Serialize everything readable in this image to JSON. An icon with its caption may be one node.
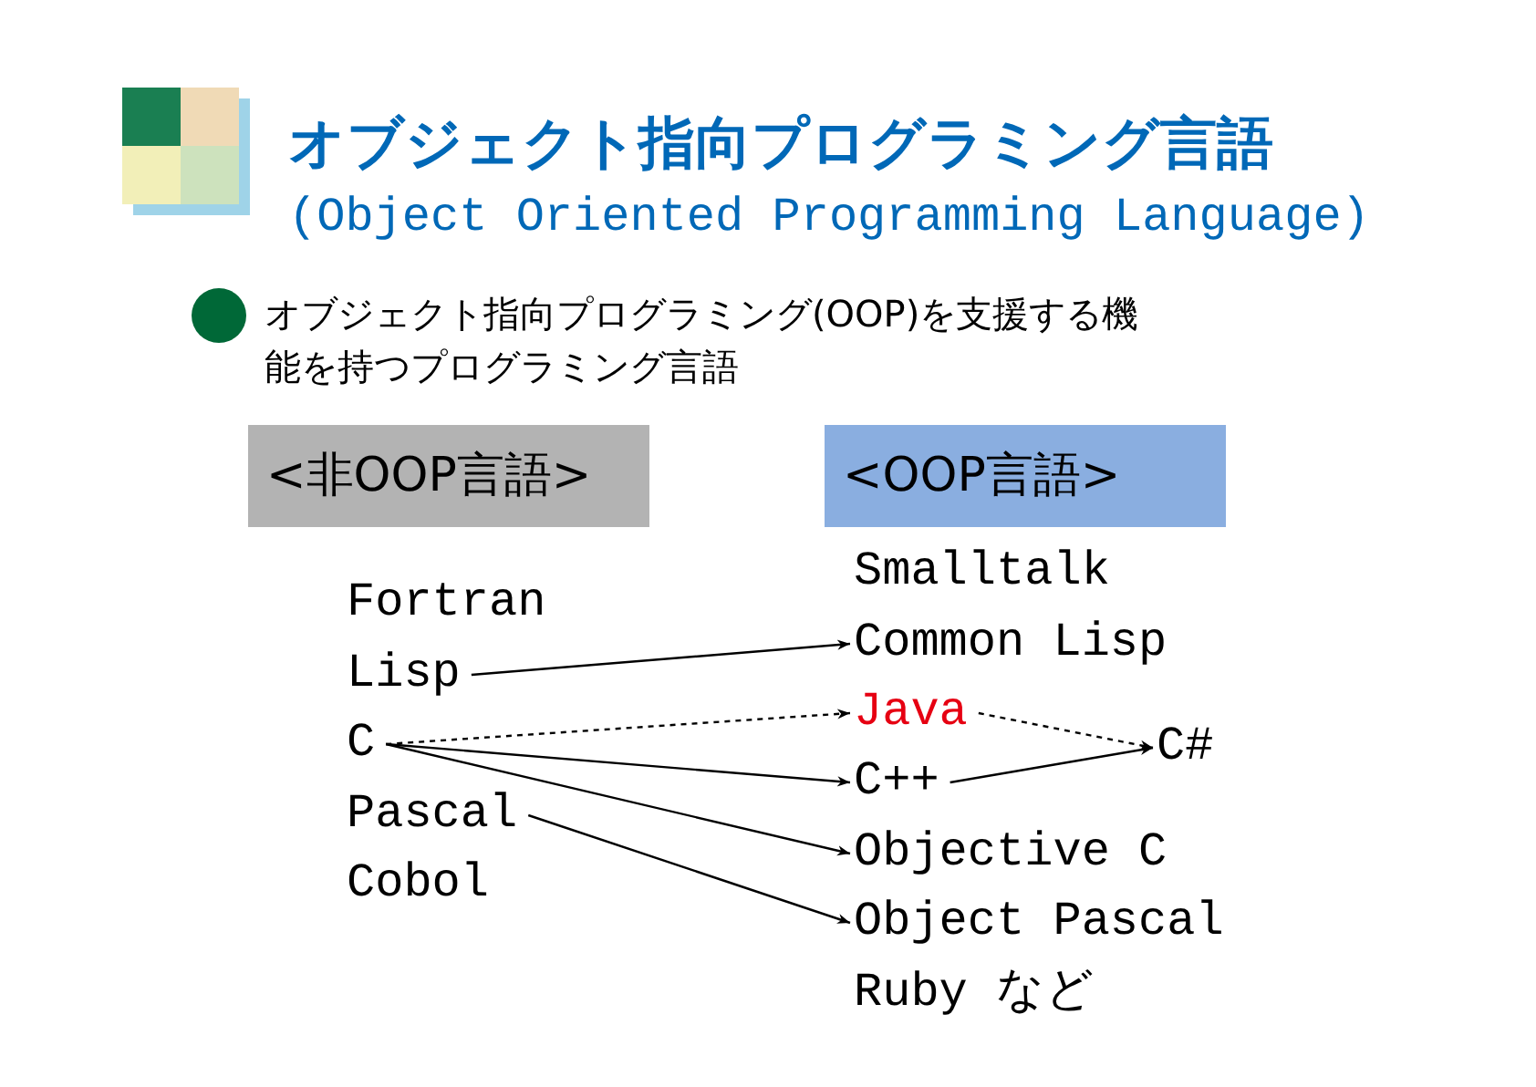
{
  "diagram": {
    "title": "オブジェクト指向プログラミング言語",
    "nodes": [
      {
        "text": [
          "<非OOP言語>"
        ]
      },
      {
        "text": [
          "<OOP言語>"
        ]
      },
      {
        "text": [
          "Fortran"
        ]
      },
      {
        "text": [
          "Lisp"
        ]
      },
      {
        "text": [
          "C"
        ]
      },
      {
        "text": [
          "Pascal"
        ]
      },
      {
        "text": [
          "Cobol"
        ]
      },
      {
        "text": [
          "Smalltalk"
        ]
      },
      {
        "text": [
          "Common Lisp"
        ]
      },
      {
        "text": [
          "Java"
        ]
      },
      {
        "text": [
          "C++"
        ]
      },
      {
        "text": [
          "Objective C"
        ]
      },
      {
        "text": [
          "Object Pascal"
        ]
      },
      {
        "text": [
          "Ruby など"
        ]
      },
      {
        "text": [
          "C#"
        ]
      }
    ],
    "edges": [
      {
        "from": 3,
        "to": 8,
        "arrow": "to"
      },
      {
        "from": 4,
        "to": 9,
        "arrow": "to",
        "style": "dashed"
      },
      {
        "from": 4,
        "to": 10,
        "arrow": "to"
      },
      {
        "from": 4,
        "to": 11,
        "arrow": "to"
      },
      {
        "from": 5,
        "to": 12,
        "arrow": "to"
      },
      {
        "from": 9,
        "to": 14,
        "arrow": "to",
        "style": "dashed"
      },
      {
        "from": 10,
        "to": 14,
        "arrow": "to"
      }
    ],
    "labels": [
      "(Object Oriented Programming Language)",
      "オブジェクト指向プログラミング(OOP)を支援する機能を持つプログラミング言語"
    ]
  }
}
